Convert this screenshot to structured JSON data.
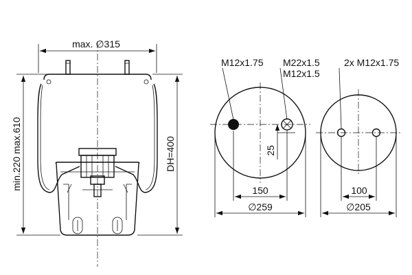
{
  "side_view": {
    "width_label": "max. ∅315",
    "height_label": "min.220 max.610",
    "design_height_label": "DH=400"
  },
  "top_plate": {
    "thread_label": "M12x1.75",
    "connector_label_line1": "M22x1.5",
    "connector_label_line2": "M12x1.5",
    "offset_label": "25",
    "spacing_label": "150",
    "diameter_label": "∅259"
  },
  "bottom_plate": {
    "thread_label": "2x M12x1.75",
    "spacing_label": "100",
    "diameter_label": "∅205"
  },
  "colors": {
    "line": "#111111",
    "background": "#ffffff"
  }
}
